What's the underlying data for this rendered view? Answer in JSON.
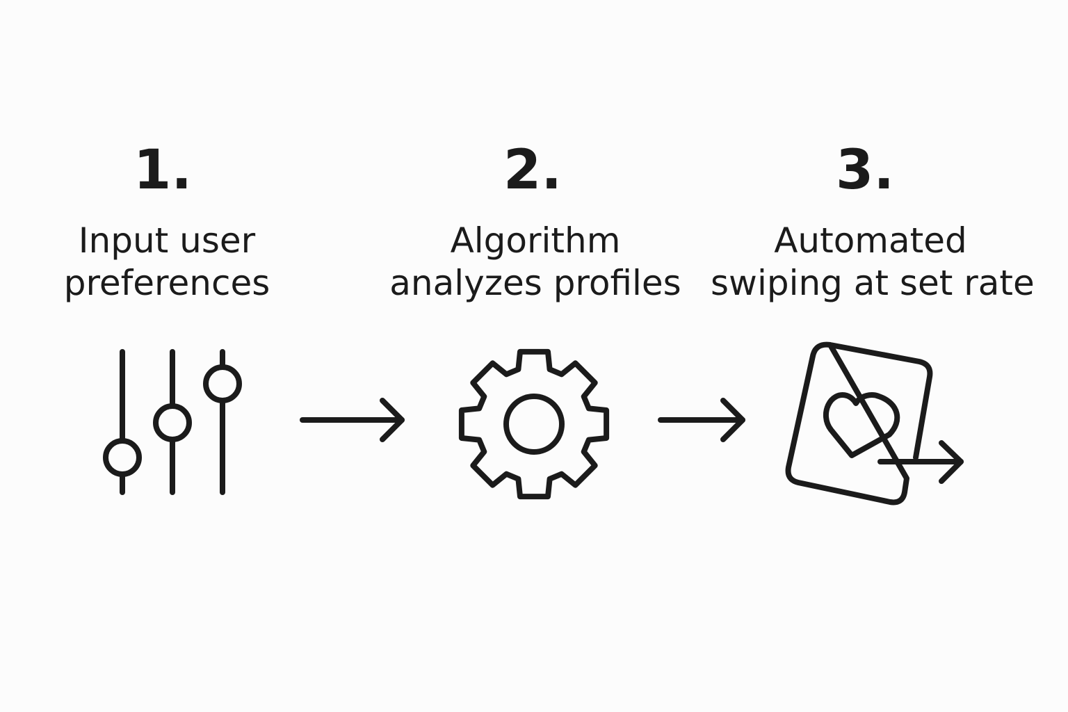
{
  "steps": [
    {
      "number": "1.",
      "label_lines": [
        "Input user",
        "preferences"
      ],
      "icon": "sliders-icon"
    },
    {
      "number": "2.",
      "label_lines": [
        "Algorithm",
        "analyzes profiles"
      ],
      "icon": "gear-icon"
    },
    {
      "number": "3.",
      "label_lines": [
        "Automated",
        "swiping at set rate"
      ],
      "icon": "heart-card-swipe-icon"
    }
  ],
  "connectors": [
    "arrow-right-icon",
    "arrow-right-icon"
  ],
  "colors": {
    "background": "#fcfcfc",
    "ink": "#1b1b1b"
  }
}
